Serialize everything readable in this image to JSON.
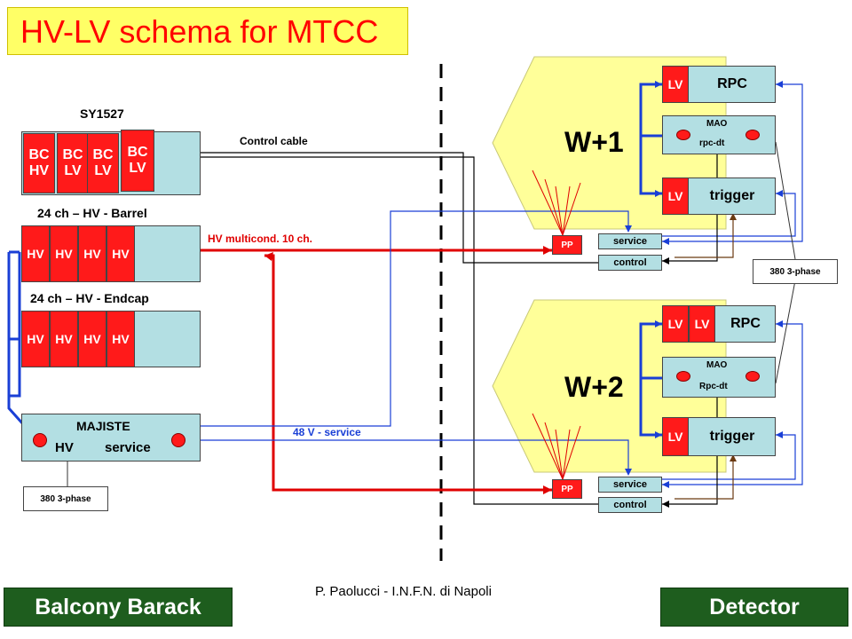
{
  "title": "HV-LV schema for MTCC",
  "left": {
    "sy_label": "SY1527",
    "bc_modules": [
      {
        "line1": "BC",
        "line2": "HV"
      },
      {
        "line1": "BC",
        "line2": "LV"
      },
      {
        "line1": "BC",
        "line2": "LV"
      },
      {
        "line1": "BC",
        "line2": "LV"
      }
    ],
    "barrel_label": "24 ch – HV - Barrel",
    "endcap_label": "24 ch – HV - Endcap",
    "hv_label": "HV",
    "majiste_title": "MAJISTE",
    "majiste_hv": "HV",
    "majiste_service": "service",
    "phase_label": "380 3-phase"
  },
  "links": {
    "control_cable": "Control cable",
    "hv_multicond": "HV multicond. 10 ch.",
    "service_48v": "48 V - service"
  },
  "wheels": [
    {
      "name": "W+1",
      "lv_labels": [
        "LV"
      ],
      "rpc": "RPC",
      "mao": "MAO",
      "mao_sub": "rpc-dt",
      "lv_trigger": "LV",
      "trigger": "trigger",
      "pp": "PP",
      "service": "service",
      "control": "control"
    },
    {
      "name": "W+2",
      "lv_labels": [
        "LV",
        "LV"
      ],
      "rpc": "RPC",
      "mao": "MAO",
      "mao_sub": "Rpc-dt",
      "lv_trigger": "LV",
      "trigger": "trigger",
      "pp": "PP",
      "service": "service",
      "control": "control"
    }
  ],
  "right_phase_label": "380 3-phase",
  "footer": {
    "left": "Balcony Barack",
    "center": "P. Paolucci - I.N.F.N. di Napoli",
    "right": "Detector"
  },
  "colors": {
    "red": "#ff1a1a",
    "light_blue": "#b3dfe3",
    "yellow": "#ffff99",
    "blue_line": "#1a3fd6",
    "brown_line": "#6b3a12",
    "footer_green": "#1e5d1e"
  }
}
